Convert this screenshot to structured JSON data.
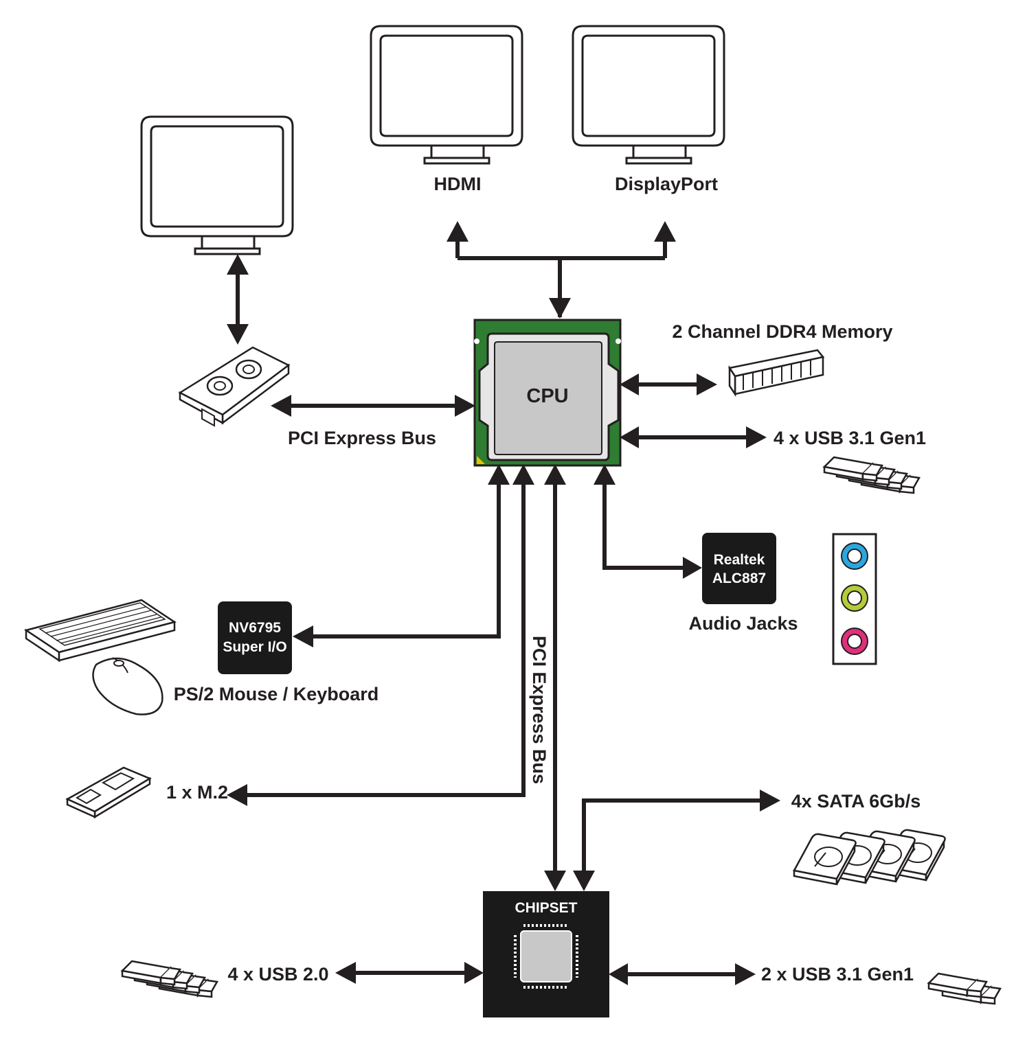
{
  "labels": {
    "hdmi": "HDMI",
    "displayport": "DisplayPort",
    "cpu": "CPU",
    "memory": "2 Channel DDR4 Memory",
    "pcie_bus_h": "PCI Express Bus",
    "usb31_cpu": "4 x USB 3.1 Gen1",
    "audio_chip_line1": "Realtek",
    "audio_chip_line2": "ALC887",
    "audio_jacks": "Audio Jacks",
    "superio_line1": "NV6795",
    "superio_line2": "Super I/O",
    "ps2": "PS/2 Mouse / Keyboard",
    "pcie_bus_v": "PCI Express Bus",
    "m2": "1 x M.2",
    "sata": "4x SATA 6Gb/s",
    "chipset": "CHIPSET",
    "usb20": "4 x USB 2.0",
    "usb31_chipset": "2 x USB 3.1 Gen1"
  },
  "colors": {
    "line": "#231f20",
    "cpu_pcb": "#2e7d32",
    "cpu_lid": "#c8c8c8",
    "chipset_body": "#1a1a1a",
    "jack_blue": "#29a8e0",
    "jack_green": "#b5cc3a",
    "jack_pink": "#e0307a"
  }
}
